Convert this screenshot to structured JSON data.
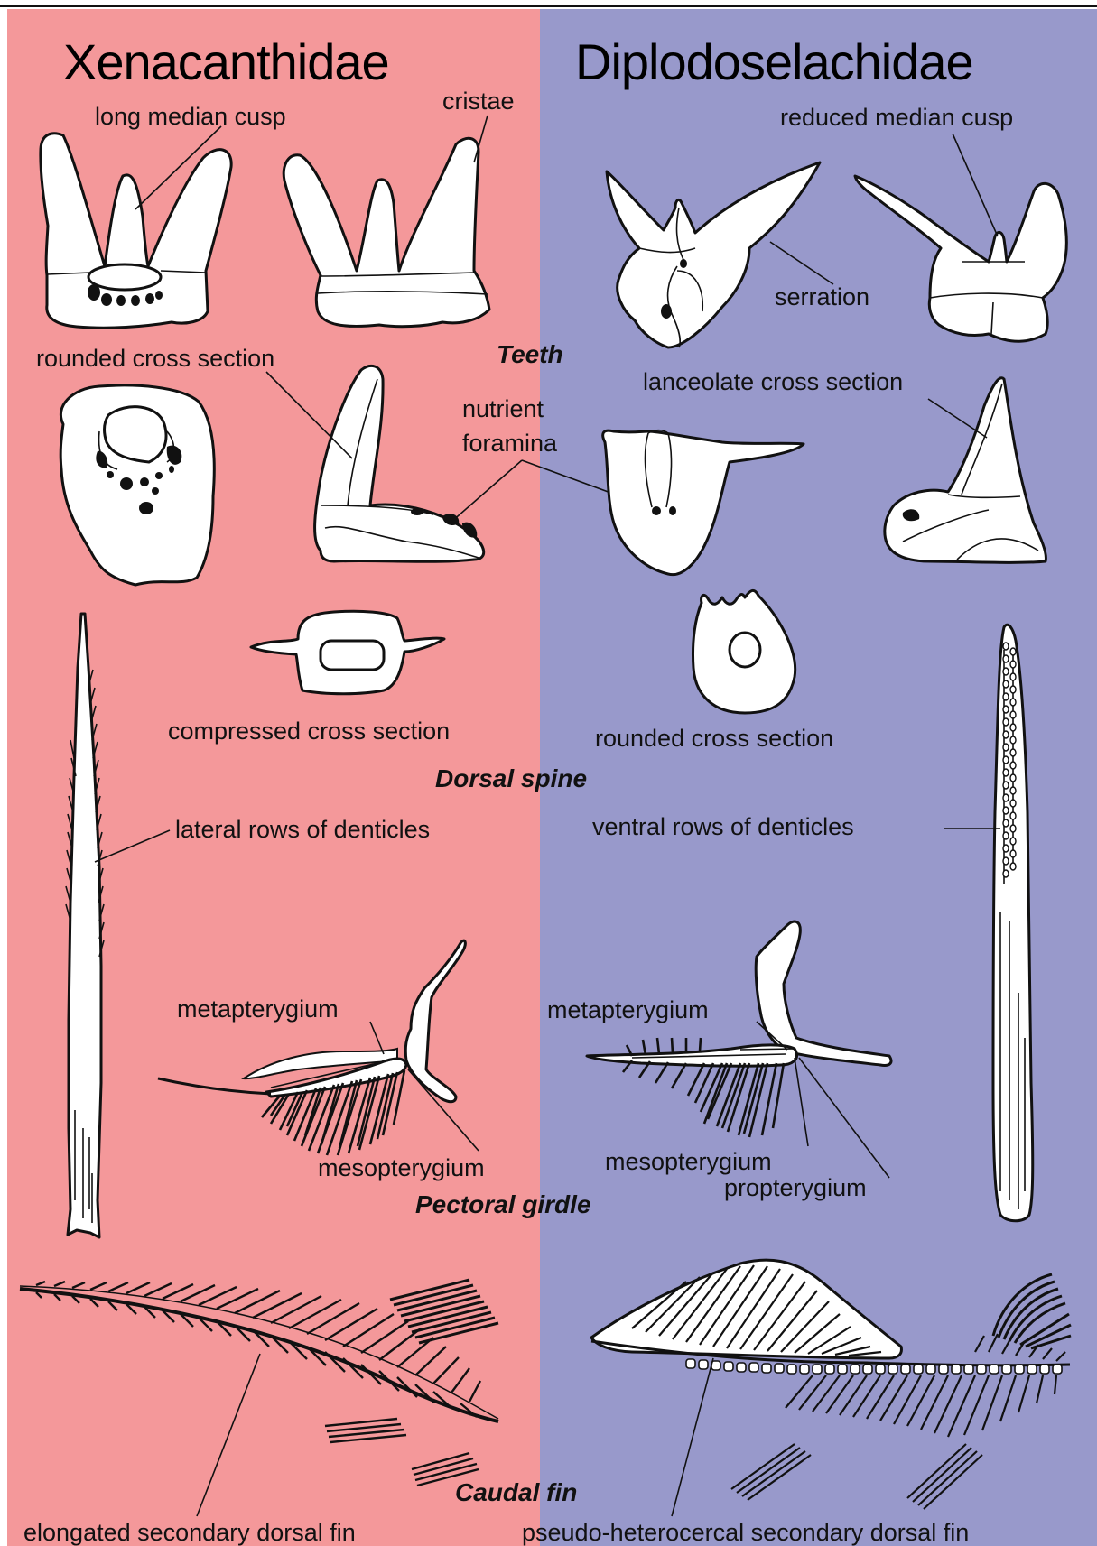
{
  "titles": {
    "left": "Xenacanthidae",
    "right": "Diplodoselachidae"
  },
  "sections": {
    "teeth": "Teeth",
    "dorsal_spine": "Dorsal spine",
    "pectoral_girdle": "Pectoral girdle",
    "caudal_fin": "Caudal fin"
  },
  "labels": {
    "long_median_cusp": "long median cusp",
    "cristae": "cristae",
    "reduced_median_cusp": "reduced median cusp",
    "serration": "serration",
    "rounded_cross_section_teeth": "rounded cross section",
    "lanceolate_cross_section": "lanceolate cross section",
    "nutrient_line1": "nutrient",
    "nutrient_line2": "foramina",
    "compressed_cross_section": "compressed cross section",
    "rounded_cross_section_spine": "rounded cross section",
    "lateral_rows": "lateral rows of denticles",
    "ventral_rows": "ventral rows of denticles",
    "metapterygium_left": "metapterygium",
    "metapterygium_right": "metapterygium",
    "mesopterygium_left": "mesopterygium",
    "mesopterygium_right": "mesopterygium",
    "propterygium": "propterygium",
    "elongated_fin": "elongated secondary dorsal fin",
    "pseudo_fin": "pseudo-heterocercal secondary dorsal fin"
  },
  "colors": {
    "left_panel": "#f4989a",
    "right_panel": "#9899cb"
  }
}
